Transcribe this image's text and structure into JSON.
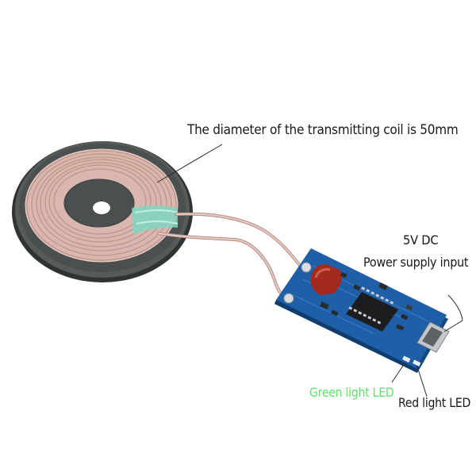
{
  "labels": {
    "coil_diameter": "The diameter of the transmitting coil is 50mm",
    "dc_voltage": "5V DC",
    "power_input": "Power supply input",
    "green_led": "Green light LED",
    "red_led": "Red light LED"
  },
  "colors": {
    "background": "#ffffff",
    "coil_disc": "#4a4f4f",
    "coil_winding": "#d9b7ae",
    "pcb": "#1e5fa8",
    "capacitor": "#a32a1c",
    "green_label": "#5fe36a",
    "label_text": "#1a1a1a"
  },
  "icons": {
    "coil": "transmitting-coil-icon",
    "board": "circuit-board-icon",
    "usb": "micro-usb-port-icon",
    "chip": "ic-chip-icon",
    "capacitor": "capacitor-icon",
    "led": "led-icon"
  }
}
